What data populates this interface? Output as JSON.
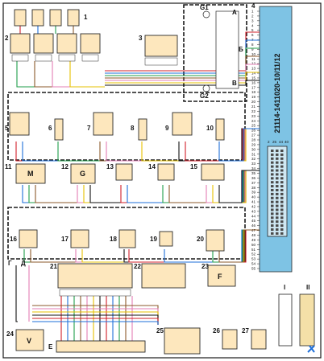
{
  "diagram": {
    "ecu_part_number": "21114-1411020-10/11/12",
    "component_labels": [
      "1",
      "2",
      "3",
      "4",
      "5",
      "6",
      "7",
      "8",
      "9",
      "10",
      "11",
      "12",
      "13",
      "14",
      "15",
      "16",
      "17",
      "18",
      "19",
      "20",
      "21",
      "22",
      "23",
      "24",
      "25",
      "26",
      "27"
    ],
    "letters": {
      "G": "G",
      "M": "M",
      "F": "F",
      "V": "V",
      "A": "A",
      "B": "Б",
      "V_cyr": "В",
      "G_cyr": "Г",
      "D_cyr": "Д",
      "E_cyr": "Е"
    },
    "relay_labels": {
      "g1": "G1",
      "g2": "G2"
    },
    "connector_views": {
      "one": "I",
      "two": "II"
    },
    "ecu_pin_numbers": [
      "1",
      "2",
      "3",
      "4",
      "5",
      "6",
      "7",
      "8",
      "9",
      "10",
      "11",
      "12",
      "13",
      "14",
      "15",
      "16",
      "17",
      "18",
      "19",
      "20",
      "21",
      "22",
      "23",
      "24",
      "25",
      "26",
      "27",
      "28",
      "29",
      "30",
      "31",
      "32",
      "33",
      "34",
      "35",
      "36",
      "37",
      "38",
      "39",
      "40",
      "41",
      "42",
      "43",
      "44",
      "45",
      "46",
      "47",
      "48",
      "49",
      "50",
      "51",
      "52",
      "53",
      "54",
      "55"
    ],
    "ecu_connector_top": [
      "2",
      "25",
      "44",
      "40"
    ],
    "colors": {
      "component_fill": "#fde7bd",
      "ecu_fill": "#7ec3e4",
      "wire_red": "#d21f2a",
      "wire_blue": "#1e6fd9",
      "wire_green": "#1f9e4a",
      "wire_brown": "#8b5a2b",
      "wire_pink": "#e37fb5",
      "wire_yellow": "#e6c100",
      "wire_black": "#111111"
    }
  }
}
